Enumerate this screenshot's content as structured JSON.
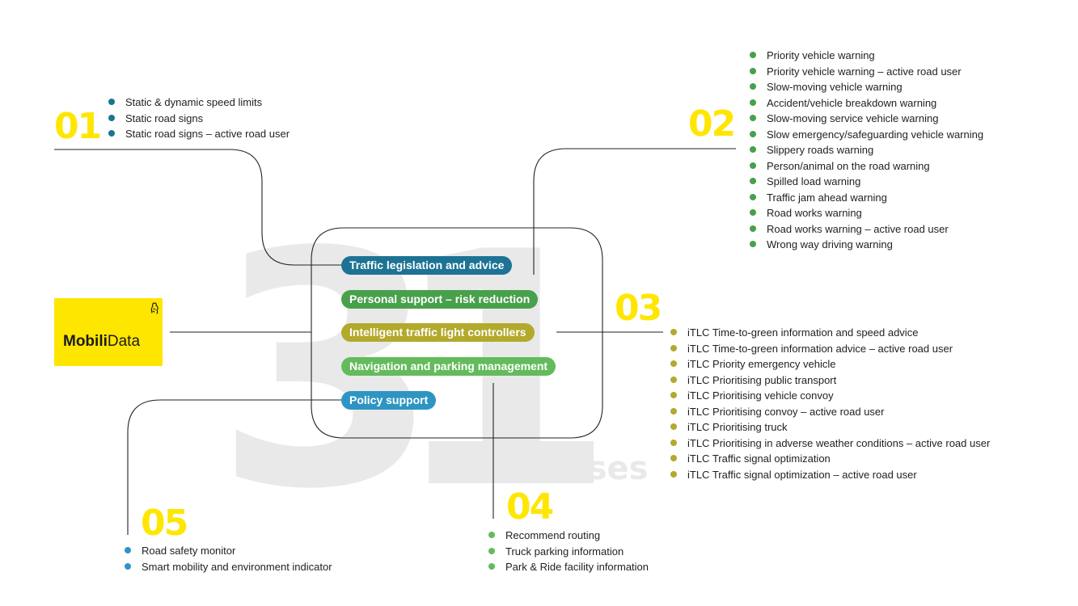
{
  "center": {
    "count": "31",
    "unit": "cases"
  },
  "logo": {
    "bold": "Mobili",
    "regular": "Data"
  },
  "colors": {
    "yellow": "#ffe600",
    "watermark": "#e9e9e9",
    "line": "#222222",
    "blue": "#1d7394",
    "green": "#48a04b",
    "olive": "#b3a92c",
    "lightgreen": "#64bb5c",
    "lightblue": "#2e95c3"
  },
  "categories": [
    {
      "id": "01",
      "number": "01",
      "label": "Traffic legislation and advice",
      "color": "#1d7394",
      "items": [
        "Static & dynamic speed limits",
        "Static road signs",
        "Static road signs – active road user"
      ]
    },
    {
      "id": "02",
      "number": "02",
      "label": "Personal support – risk reduction",
      "color": "#48a04b",
      "items": [
        "Priority vehicle warning",
        "Priority vehicle warning – active road user",
        "Slow-moving vehicle warning",
        "Accident/vehicle breakdown warning",
        "Slow-moving service vehicle warning",
        "Slow emergency/safeguarding vehicle warning",
        "Slippery roads warning",
        "Person/animal on the road warning",
        "Spilled load warning",
        "Traffic jam ahead warning",
        "Road works warning",
        "Road works warning – active road user",
        "Wrong way driving warning"
      ]
    },
    {
      "id": "03",
      "number": "03",
      "label": "Intelligent traffic light controllers",
      "color": "#b3a92c",
      "items": [
        "iTLC Time-to-green information and speed advice",
        "iTLC Time-to-green information advice – active road user",
        "iTLC Priority emergency vehicle",
        "iTLC Prioritising public transport",
        "iTLC Prioritising vehicle convoy",
        "iTLC Prioritising convoy – active road user",
        "iTLC Prioritising truck",
        "iTLC Prioritising in adverse weather conditions – active road user",
        "iTLC Traffic signal optimization",
        "iTLC Traffic signal optimization – active road user"
      ]
    },
    {
      "id": "04",
      "number": "04",
      "label": "Navigation and parking management",
      "color": "#64bb5c",
      "items": [
        "Recommend routing",
        "Truck parking information",
        "Park & Ride facility information"
      ]
    },
    {
      "id": "05",
      "number": "05",
      "label": "Policy support",
      "color": "#2e95c3",
      "items": [
        "Road safety monitor",
        "Smart mobility and environment indicator"
      ]
    }
  ]
}
